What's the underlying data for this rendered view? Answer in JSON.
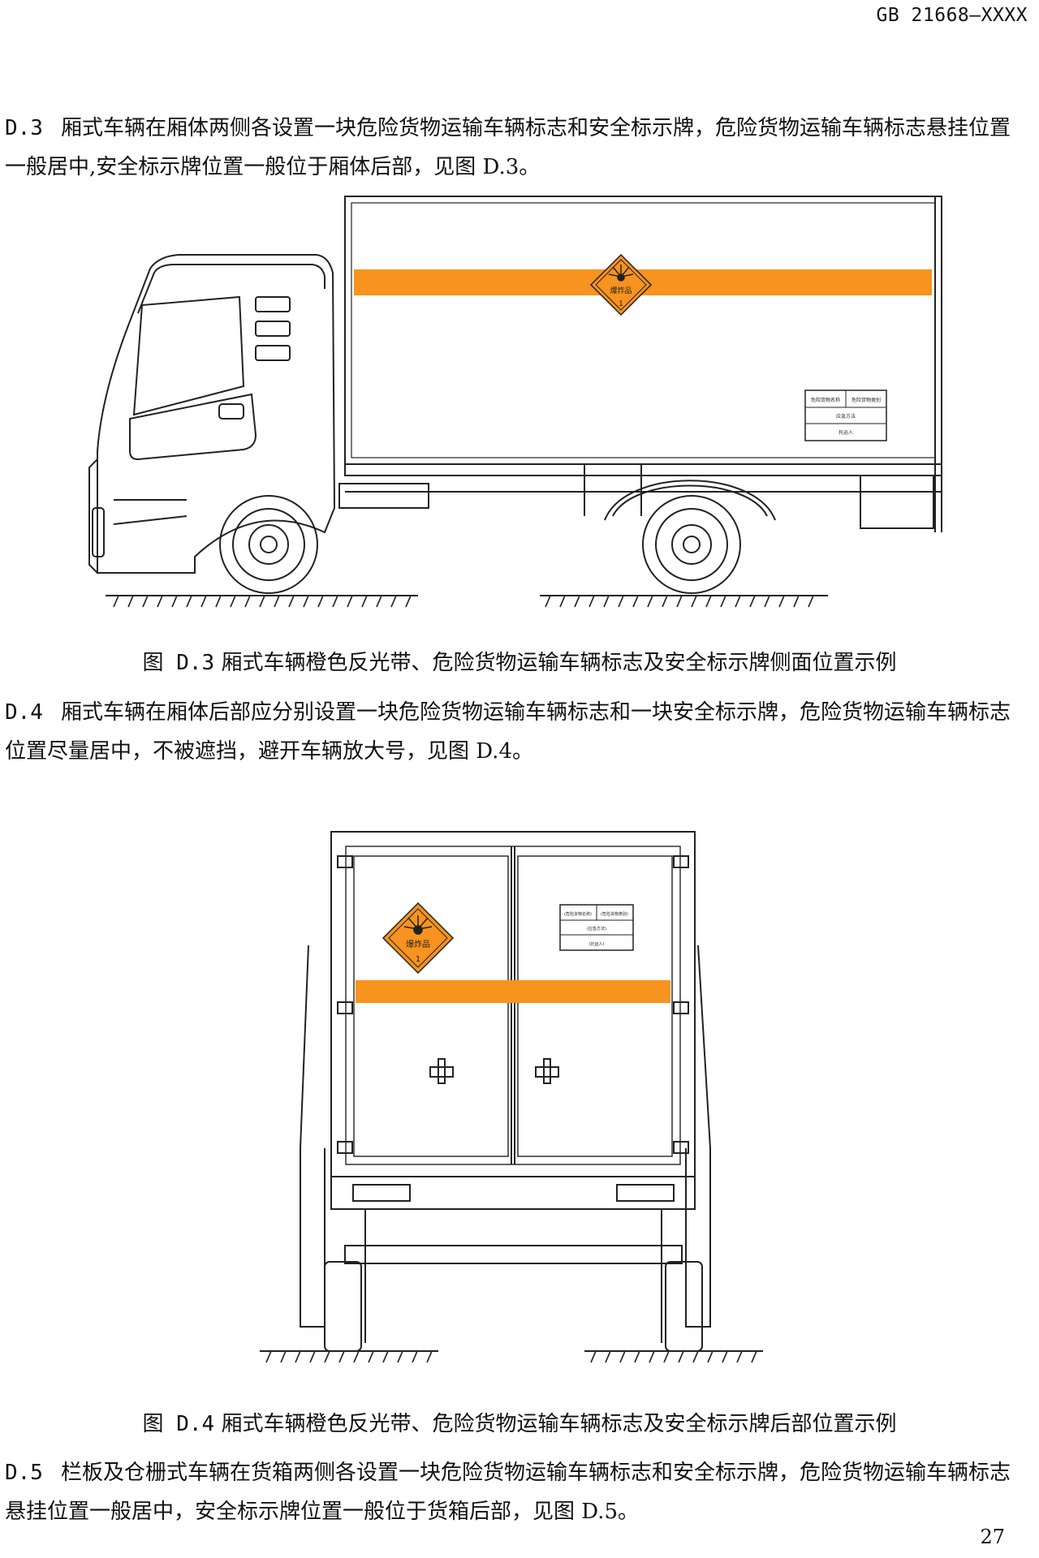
{
  "header": {
    "standard_code": "GB 21668—XXXX"
  },
  "sections": [
    {
      "num": "D.3",
      "text": "厢式车辆在厢体两侧各设置一块危险货物运输车辆标志和安全标示牌，危险货物运输车辆标志悬挂位置一般居中,安全标示牌位置一般位于厢体后部，见图 D.3。"
    },
    {
      "num": "D.4",
      "text": "厢式车辆在厢体后部应分别设置一块危险货物运输车辆标志和一块安全标示牌，危险货物运输车辆标志位置尽量居中，不被遮挡，避开车辆放大号，见图 D.4。"
    },
    {
      "num": "D.5",
      "text": "栏板及仓栅式车辆在货箱两侧各设置一块危险货物运输车辆标志和安全标示牌，危险货物运输车辆标志悬挂位置一般居中，安全标示牌位置一般位于货箱后部，见图 D.5。"
    }
  ],
  "figures": [
    {
      "num": "图 D.3",
      "caption": "厢式车辆橙色反光带、危险货物运输车辆标志及安全标示牌侧面位置示例"
    },
    {
      "num": "图 D.4",
      "caption": "厢式车辆橙色反光带、危险货物运输车辆标志及安全标示牌后部位置示例"
    }
  ],
  "placard": {
    "label": "爆炸品",
    "class": "1"
  },
  "safety_sign_side": {
    "row1_left": "危险货物名称",
    "row1_right": "危险货物类别",
    "row2": "应急方法",
    "row3": "托运人"
  },
  "safety_sign_rear": {
    "row1_left": "(危险货物名称)",
    "row1_right": "(危险货物类别)",
    "row2": "(应急方法)",
    "row3": "(托运人)"
  },
  "page_number": "27",
  "colors": {
    "reflective_band": "#f7931e",
    "placard": "#f7931e"
  }
}
